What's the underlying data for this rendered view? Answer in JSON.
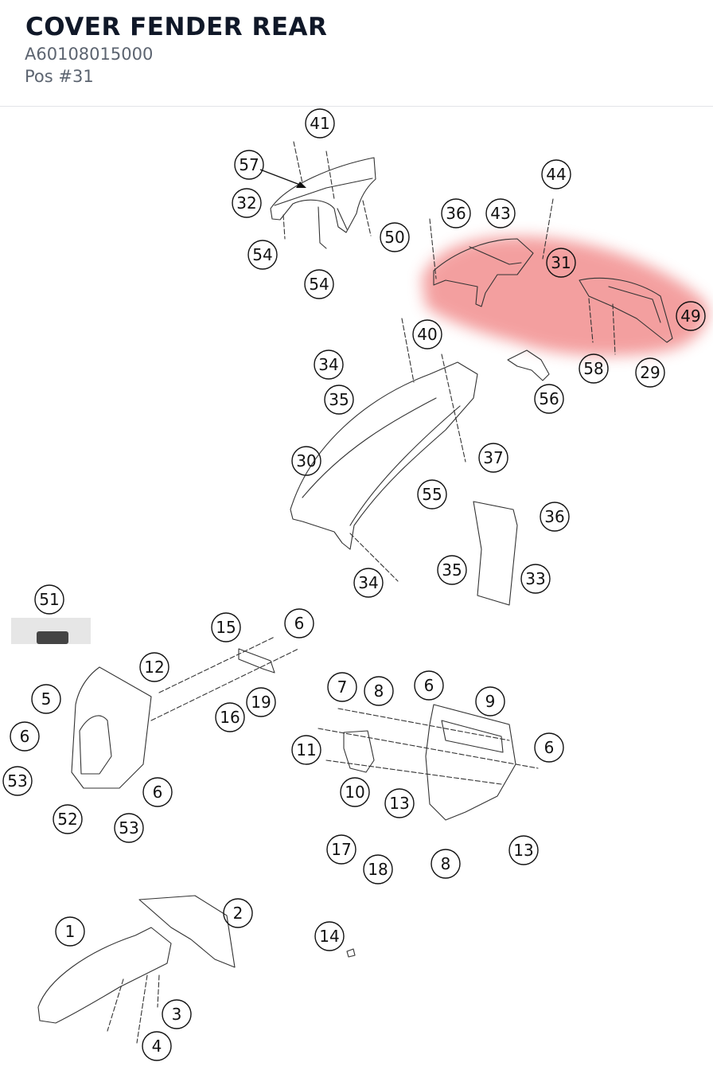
{
  "header": {
    "title": "COVER FENDER REAR",
    "part_number": "A60108015000",
    "position": "Pos #31"
  },
  "highlight": {
    "color": "#f08080",
    "label": "31"
  },
  "callouts": [
    {
      "id": "c41",
      "label": "41"
    },
    {
      "id": "c57",
      "label": "57"
    },
    {
      "id": "c32",
      "label": "32"
    },
    {
      "id": "c50",
      "label": "50"
    },
    {
      "id": "c54a",
      "label": "54"
    },
    {
      "id": "c54b",
      "label": "54"
    },
    {
      "id": "c44",
      "label": "44"
    },
    {
      "id": "c36a",
      "label": "36"
    },
    {
      "id": "c43",
      "label": "43"
    },
    {
      "id": "c31",
      "label": "31"
    },
    {
      "id": "c49",
      "label": "49"
    },
    {
      "id": "c40",
      "label": "40"
    },
    {
      "id": "c58",
      "label": "58"
    },
    {
      "id": "c29",
      "label": "29"
    },
    {
      "id": "c56",
      "label": "56"
    },
    {
      "id": "c34a",
      "label": "34"
    },
    {
      "id": "c35a",
      "label": "35"
    },
    {
      "id": "c30",
      "label": "30"
    },
    {
      "id": "c37",
      "label": "37"
    },
    {
      "id": "c55",
      "label": "55"
    },
    {
      "id": "c36b",
      "label": "36"
    },
    {
      "id": "c35b",
      "label": "35"
    },
    {
      "id": "c33",
      "label": "33"
    },
    {
      "id": "c34b",
      "label": "34"
    },
    {
      "id": "c51",
      "label": "51"
    },
    {
      "id": "c15",
      "label": "15"
    },
    {
      "id": "c6a",
      "label": "6"
    },
    {
      "id": "c12",
      "label": "12"
    },
    {
      "id": "c5",
      "label": "5"
    },
    {
      "id": "c19",
      "label": "19"
    },
    {
      "id": "c16",
      "label": "16"
    },
    {
      "id": "c6b",
      "label": "6"
    },
    {
      "id": "c53a",
      "label": "53"
    },
    {
      "id": "c6c",
      "label": "6"
    },
    {
      "id": "c52",
      "label": "52"
    },
    {
      "id": "c53b",
      "label": "53"
    },
    {
      "id": "c7",
      "label": "7"
    },
    {
      "id": "c8a",
      "label": "8"
    },
    {
      "id": "c6d",
      "label": "6"
    },
    {
      "id": "c9",
      "label": "9"
    },
    {
      "id": "c11",
      "label": "11"
    },
    {
      "id": "c6e",
      "label": "6"
    },
    {
      "id": "c10",
      "label": "10"
    },
    {
      "id": "c13a",
      "label": "13"
    },
    {
      "id": "c17",
      "label": "17"
    },
    {
      "id": "c18",
      "label": "18"
    },
    {
      "id": "c8b",
      "label": "8"
    },
    {
      "id": "c13b",
      "label": "13"
    },
    {
      "id": "c2",
      "label": "2"
    },
    {
      "id": "c1",
      "label": "1"
    },
    {
      "id": "c14",
      "label": "14"
    },
    {
      "id": "c3",
      "label": "3"
    },
    {
      "id": "c4",
      "label": "4"
    }
  ]
}
